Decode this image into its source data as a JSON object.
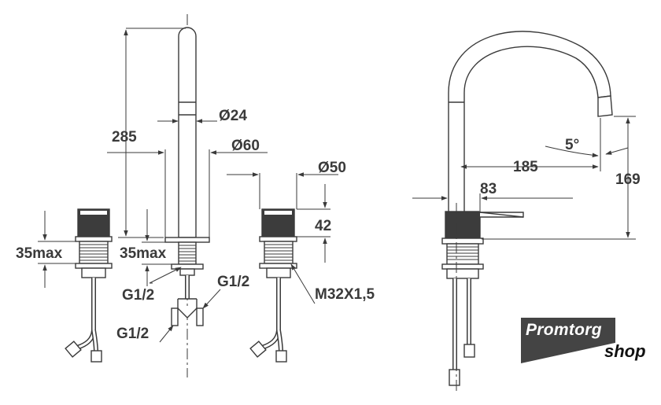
{
  "dimensions": {
    "height_285": "285",
    "spout_dia": "Ø24",
    "base_dia": "Ø60",
    "handle_dia": "Ø50",
    "handle_height": "42",
    "max_left": "35max",
    "max_mid": "35max",
    "thread_m32": "M32X1,5",
    "thread_1": "G1/2",
    "thread_2": "G1/2",
    "thread_3": "G1/2",
    "angle": "5°",
    "reach_185": "185",
    "width_83": "83",
    "height_169": "169"
  },
  "logo": {
    "name": "Promtorg",
    "suffix": "shop"
  },
  "colors": {
    "line": "#3a3a3a",
    "dark_fill": "#3c3c3c",
    "logo_bg": "#444444"
  }
}
